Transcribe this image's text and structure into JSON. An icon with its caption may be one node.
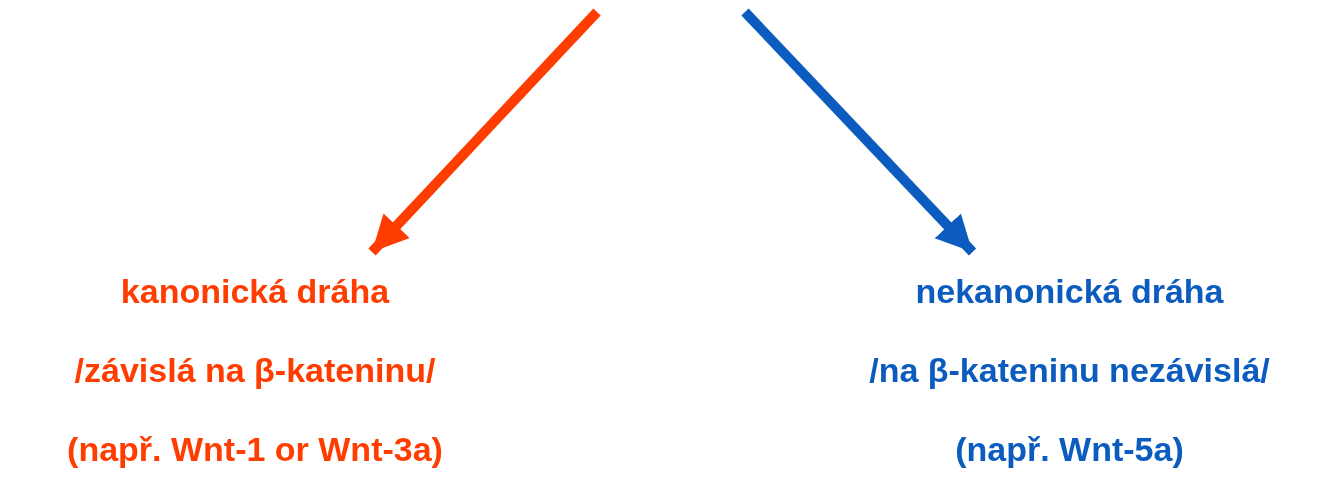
{
  "diagram": {
    "nodes": [
      {
        "text": [
          "kanonická dráha",
          "/závislá na β-kateninu/",
          "(např. Wnt-1 or Wnt-3a)"
        ]
      },
      {
        "text": [
          "nekanonická dráha",
          "/na β-kateninu nezávislá/",
          "(např. Wnt-5a)"
        ]
      }
    ],
    "edges": [
      {
        "from": null,
        "to": 0,
        "arrow": "to",
        "color": "#ff3d00"
      },
      {
        "from": null,
        "to": 1,
        "arrow": "to",
        "color": "#0b5cbe"
      }
    ]
  }
}
